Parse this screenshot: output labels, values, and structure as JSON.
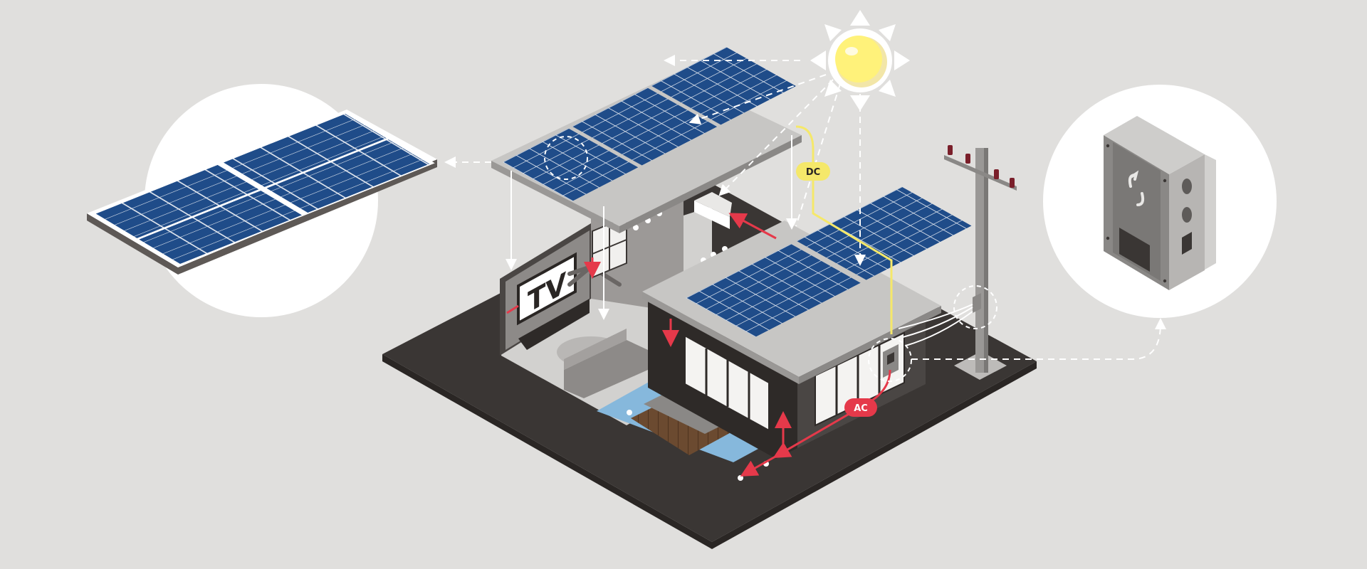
{
  "labels": {
    "tv": "TV",
    "dc": "DC",
    "ac": "AC"
  },
  "colors": {
    "background": "#e0dfdd",
    "panel_blue": "#1e4a86",
    "dc_wire": "#f5e86a",
    "ac_wire": "#e5394a",
    "pool": "#86b8dc",
    "ground": "#3a3634",
    "sun": "#fff27a"
  },
  "icons": [
    "sun-icon",
    "solar-panel-icon",
    "inverter-icon",
    "utility-pole-icon",
    "refresh-cycle-icon",
    "air-conditioner-icon",
    "television-icon",
    "ceiling-fan-icon"
  ]
}
